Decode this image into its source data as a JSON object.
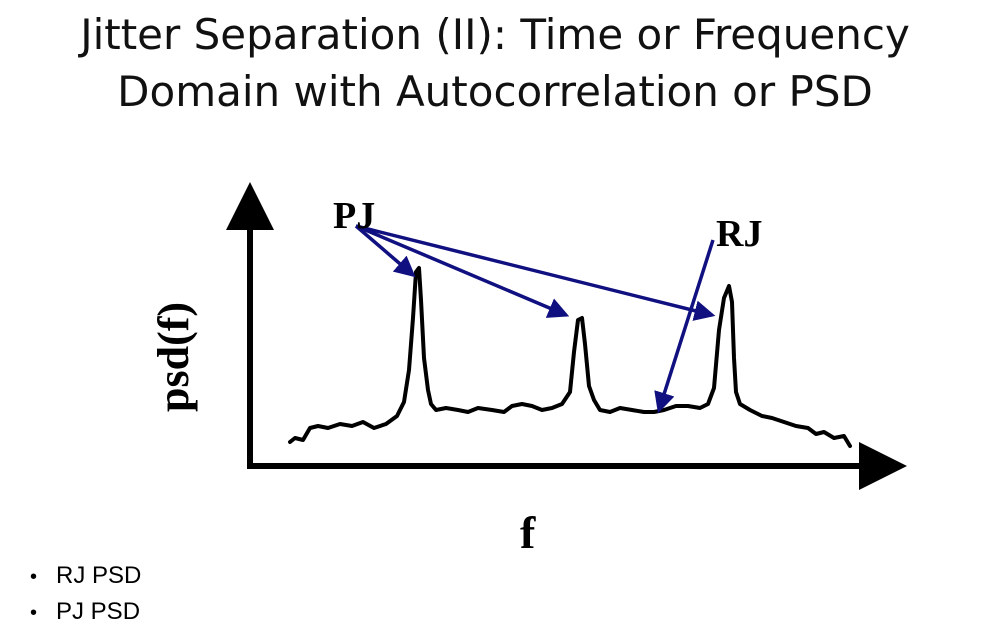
{
  "slide": {
    "title_line1": "Jitter Separation (II): Time or Frequency",
    "title_line2": "Domain with Autocorrelation or PSD"
  },
  "diagram": {
    "y_axis_label": "psd(f)",
    "x_axis_label": "f",
    "label_pj": "PJ",
    "label_rj": "RJ",
    "line_color": "#000000",
    "arrow_color": "#101080"
  },
  "bullets": [
    {
      "marker": "•",
      "text": "RJ PSD"
    },
    {
      "marker": "•",
      "text": "PJ PSD"
    }
  ]
}
